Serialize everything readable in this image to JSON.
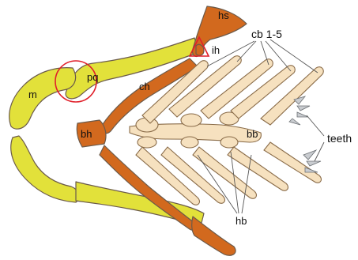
{
  "colors": {
    "meckel_pq": "#e2e13a",
    "ossified": "#d2691e",
    "cartilage": "#f6e1bf",
    "teeth": "#c9ccd0",
    "marker": "#e0202a"
  },
  "labels": {
    "hs": "hs",
    "ih": "ih",
    "cb": "cb 1-5",
    "pq": "pq",
    "m": "m",
    "ch": "ch",
    "bh": "bh",
    "bb": "bb",
    "teeth": "teeth",
    "hb": "hb"
  }
}
